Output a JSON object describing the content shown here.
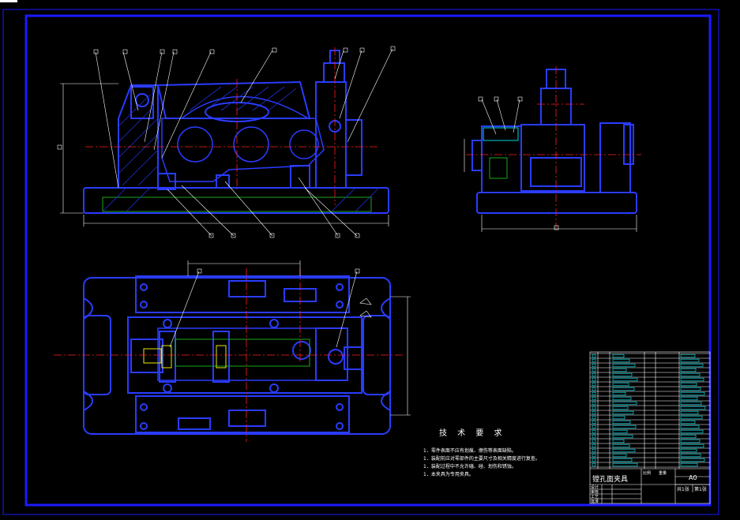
{
  "drawing": {
    "title": "镗孔面夹具",
    "sheet_size": "A0",
    "sheet_total": "共1张",
    "sheet_number": "第1张",
    "colors": {
      "background": "#000000",
      "frame": "#1a1aff",
      "outline": "#2a3cff",
      "hatch": "#1e30d8",
      "centerline": "#ff2020",
      "leader": "#ffffff",
      "green": "#1aa81a",
      "cyan": "#00d8e0",
      "yellow": "#e8e800"
    }
  },
  "technical_requirements": {
    "heading": "技 术 要 求",
    "items": [
      "1．零件表面不应有划痕、擦伤等表面缺陷。",
      "1．装配前应对零部件的主要尺寸及相关精度进行复查。",
      "1．装配过程中不允许磕、碰、划伤和锈蚀。",
      "1．本夹具为专用夹具。"
    ]
  },
  "title_block": {
    "labels": {
      "design": "设计",
      "check": "审核",
      "process": "工艺",
      "approve": "批准",
      "scale": "比例",
      "weight": "重量"
    }
  },
  "icons": {
    "balloon": "part-number-balloon-icon"
  }
}
